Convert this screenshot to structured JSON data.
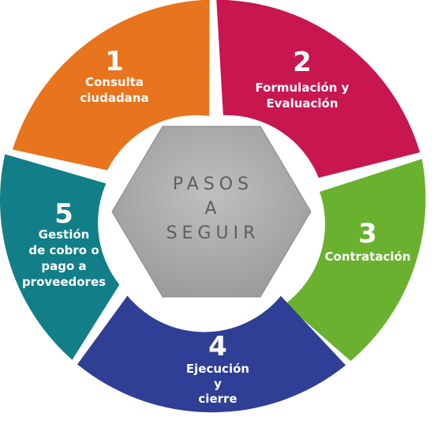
{
  "center": {
    "lines": [
      "PASOS",
      "A",
      "SEGUIR"
    ],
    "color": "#a9a9a9"
  },
  "steps": [
    {
      "number": "1",
      "label_lines": [
        "Consulta",
        "ciudadana"
      ],
      "color": "#e8741d"
    },
    {
      "number": "2",
      "label_lines": [
        "Formulación y",
        "Evaluación"
      ],
      "color": "#c8174f"
    },
    {
      "number": "3",
      "label_lines": [
        "Contratación"
      ],
      "color": "#6ab12f"
    },
    {
      "number": "4",
      "label_lines": [
        "Ejecución",
        "y",
        "cierre"
      ],
      "color": "#2e3f95"
    },
    {
      "number": "5",
      "label_lines": [
        "Gestión",
        "de cobro o",
        "pago a",
        "proveedores"
      ],
      "color": "#127f88"
    }
  ]
}
